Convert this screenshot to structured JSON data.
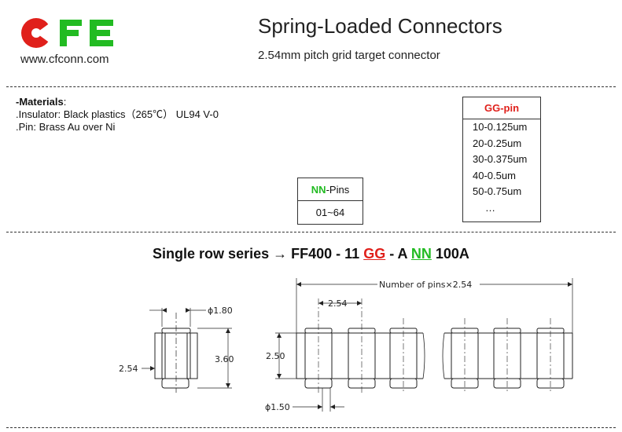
{
  "header": {
    "logo_text": "CFE",
    "website": "www.cfconn.com",
    "title": "Spring-Loaded Connectors",
    "subtitle": "2.54mm pitch grid target connector"
  },
  "materials": {
    "heading": "-Materials",
    "heading_suffix": ":",
    "insulator": ".Insulator: Black plastics（265℃） UL94 V-0",
    "pin": ".Pin: Brass Au over Ni"
  },
  "nn_pins": {
    "code": "NN",
    "label_suffix": "-Pins",
    "range": "01~64"
  },
  "gg_pin": {
    "header": "GG-pin",
    "options": [
      "10-0.125um",
      "20-0.25um",
      "30-0.375um",
      "40-0.5um",
      "50-0.75um",
      "…"
    ]
  },
  "series": {
    "prefix": "Single row series",
    "arrow": "→",
    "part_start": "FF400 - 11 ",
    "gg": "GG",
    "mid": " - A ",
    "nn": "NN",
    "suffix": " 100A"
  },
  "dimensions": {
    "pin_diameter": "ϕ1.80",
    "height": "3.60",
    "width": "2.54",
    "total_length": "Number of pins×2.54",
    "pitch": "2.54",
    "body_height": "2.50",
    "base_diameter": "ϕ1.50"
  },
  "colors": {
    "logo_red": "#e0201b",
    "logo_green": "#22bb22",
    "gg_red": "#e0201b",
    "nn_green": "#22bb22"
  }
}
